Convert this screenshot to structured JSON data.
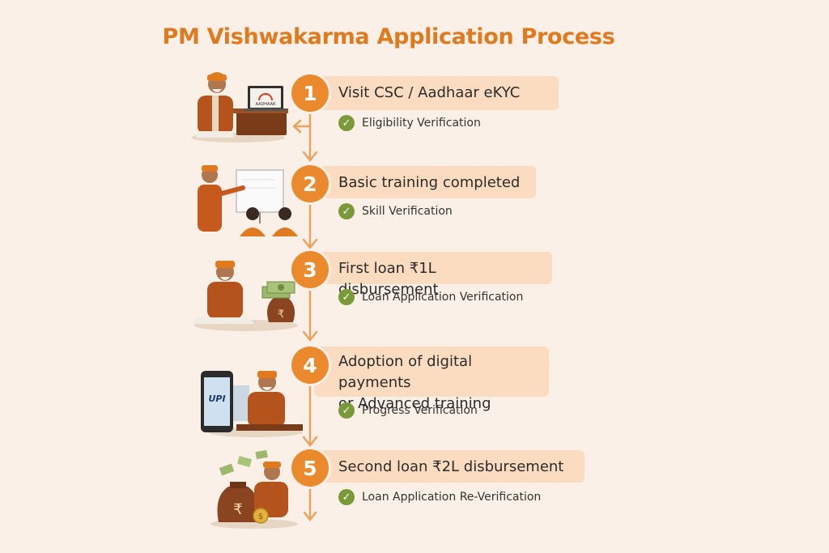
{
  "title": "PM Vishwakarma Application Process",
  "colors": {
    "accent": "#ea8a2d",
    "title": "#e07a1f",
    "pill_bg": "#fbdcc0",
    "check": "#7a9a3a",
    "background": "#fbf0e8"
  },
  "steps": [
    {
      "number": "1",
      "label": "Visit CSC / Aadhaar eKYC",
      "verification": "Eligibility Verification",
      "illustration": "artisan-laptop-aadhaar",
      "laptop_text": "AADHAAR"
    },
    {
      "number": "2",
      "label": "Basic training completed",
      "verification": "Skill Verification",
      "illustration": "trainer-whiteboard-students"
    },
    {
      "number": "3",
      "label": "First loan ₹1L disbursement",
      "verification": "Loan Application Verification",
      "illustration": "artisan-money-bag"
    },
    {
      "number": "4",
      "label_line1": "Adoption of digital payments",
      "label_line2": "or Advanced training",
      "verification": "Progress Verification",
      "illustration": "artisan-phone-upi",
      "phone_text": "UPI"
    },
    {
      "number": "5",
      "label": "Second loan ₹2L disbursement",
      "verification": "Loan Application Re-Verification",
      "illustration": "artisan-money-bags-coins"
    }
  ]
}
